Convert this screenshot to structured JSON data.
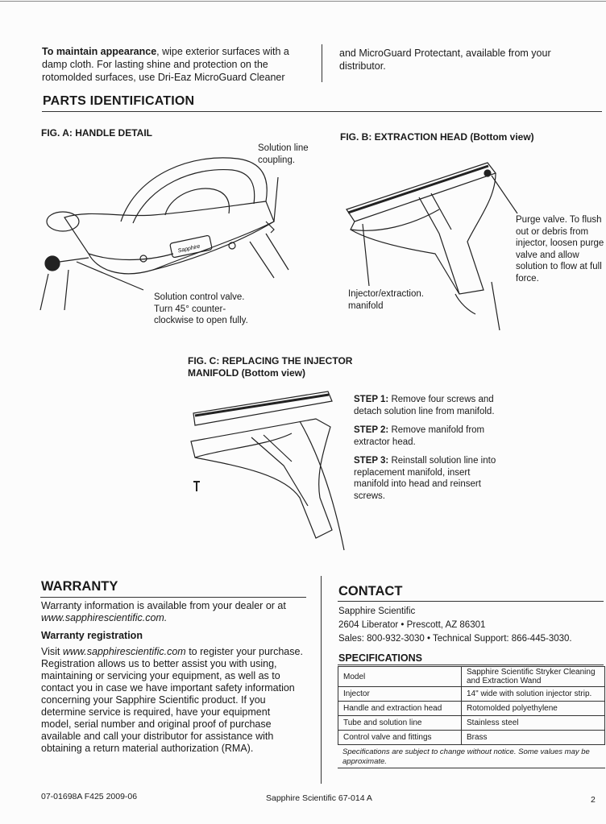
{
  "intro": {
    "bold": "To maintain appearance",
    "rest": ", wipe exterior surfaces with a damp cloth. For lasting shine and protection on the rotomolded surfaces, use Dri-Eaz MicroGuard Cleaner",
    "continued": "and MicroGuard Protectant, available from your distributor."
  },
  "parts": {
    "title": "PARTS IDENTIFICATION",
    "fig_a": {
      "title": "FIG. A: HANDLE DETAIL",
      "callout_coupling": "Solution line coupling.",
      "callout_valve": "Solution control valve. Turn 45° counter-clockwise to open fully.",
      "logo_text": "Sapphire"
    },
    "fig_b": {
      "title": "FIG. B: EXTRACTION HEAD (Bottom view)",
      "callout_purge": "Purge valve. To flush out or debris from injector, loosen purge valve and allow solution to flow at full force.",
      "callout_manifold": "Injector/extraction. manifold"
    },
    "fig_c": {
      "title": "FIG. C: REPLACING THE INJECTOR MANIFOLD (Bottom view)",
      "steps": [
        {
          "label": "STEP 1:",
          "text": " Remove four screws and detach solution line from manifold."
        },
        {
          "label": "STEP 2:",
          "text": " Remove manifold from extractor head."
        },
        {
          "label": "STEP 3:",
          "text": " Reinstall solution line into replacement manifold, insert manifold into head and reinsert screws."
        }
      ]
    }
  },
  "warranty": {
    "title": "WARRANTY",
    "info": "Warranty information is available from your dealer or at",
    "info_url": "www.sapphirescientific.com.",
    "reg_title": "Warranty registration",
    "reg_prefix": "Visit ",
    "reg_url": "www.sapphirescientific.com",
    "reg_text": " to register your purchase. Registration allows us to better assist you with using, maintaining or servicing your equipment, as well as to contact you in case we have important safety information concerning your Sapphire Scientific product. If you determine service is required, have your equipment model, serial number and original proof of purchase available and call your distributor for assistance with obtaining a return material authorization (RMA)."
  },
  "contact": {
    "title": "CONTACT",
    "company": "Sapphire Scientific",
    "address": "2604 Liberator • Prescott, AZ 86301",
    "phones": "Sales: 800-932-3030 • Technical Support: 866-445-3030."
  },
  "specs": {
    "title": "SPECIFICATIONS",
    "rows": [
      [
        "Model",
        "Sapphire Scientific Stryker Cleaning and Extraction Wand"
      ],
      [
        "Injector",
        "14\" wide with solution injector strip."
      ],
      [
        "Handle and extraction head",
        "Rotomolded polyethylene"
      ],
      [
        "Tube and solution line",
        "Stainless steel"
      ],
      [
        "Control valve and fittings",
        "Brass"
      ]
    ],
    "note": "Specifications are subject to change without notice. Some values may be approximate."
  },
  "footer": {
    "left": "07-01698A F425 2009-06",
    "center": "Sapphire Scientific 67-014 A",
    "page": "2"
  }
}
